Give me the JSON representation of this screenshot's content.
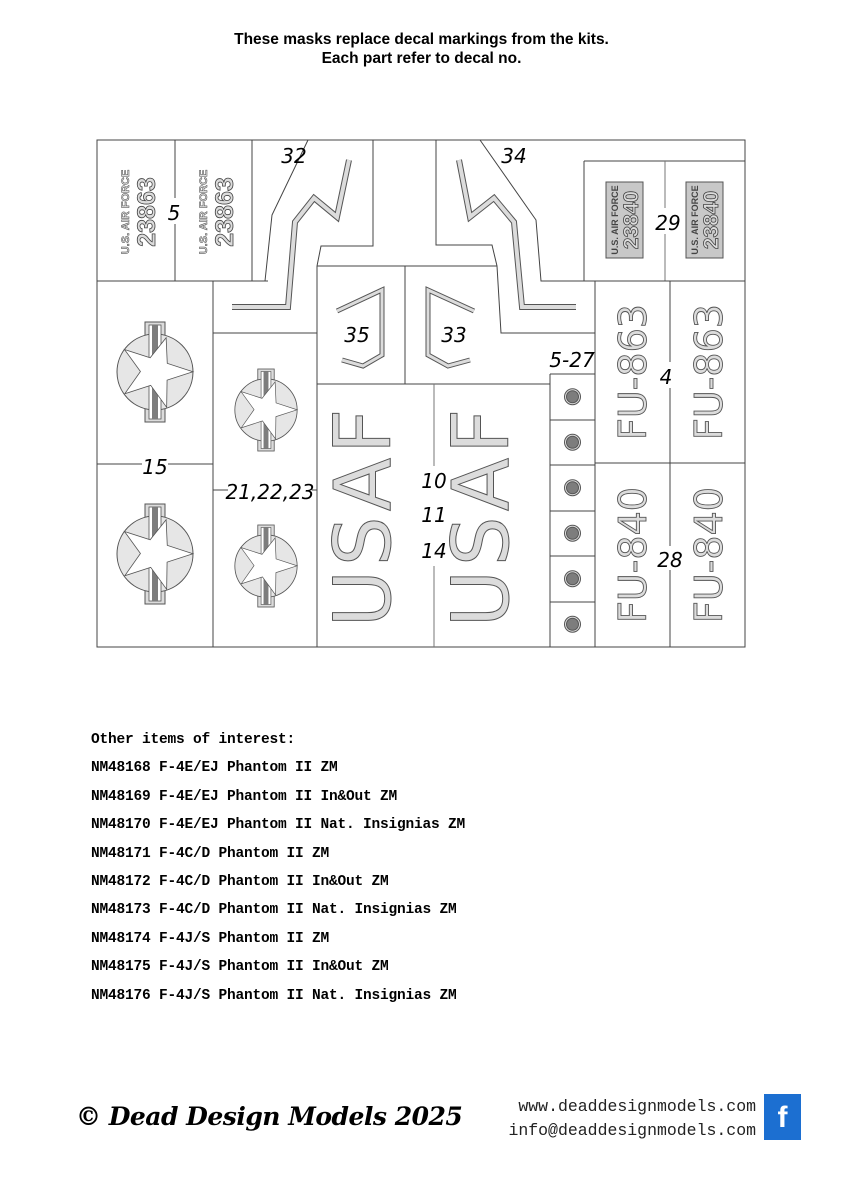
{
  "header": {
    "line1": "These masks replace decal markings from the kits.",
    "line2": "Each part refer to decal no."
  },
  "sheet": {
    "labels": {
      "serial_23863_ref": "5",
      "wing_left_ref": "32",
      "wing_right_ref": "34",
      "serial_23840_ref": "29",
      "chevron_left_ref": "35",
      "chevron_right_ref": "33",
      "dots_ref": "5-27",
      "fu863_ref": "4",
      "insignia_large_ref": "15",
      "insignia_small_ref": "21,22,23",
      "usaf_ref_1": "10",
      "usaf_ref_2": "11",
      "usaf_ref_3": "14",
      "fu840_ref": "28"
    },
    "serial_23863": {
      "line1": "U.S. AIR FORCE",
      "line2": "23863"
    },
    "serial_23840": {
      "line1": "U.S. AIR FORCE",
      "line2": "23840"
    },
    "usaf_text": "USAF",
    "fu_863": "FU-863",
    "fu_840": "FU-840",
    "dot_count": 6,
    "colors": {
      "mask_fill": "#dcdcdc",
      "dark_fill": "#7d7d7d",
      "outline": "#555555"
    }
  },
  "other_items": {
    "title": "Other items of interest:",
    "items": [
      "NM48168 F-4E/EJ Phantom II ZM",
      "NM48169 F-4E/EJ Phantom II In&Out ZM",
      "NM48170 F-4E/EJ Phantom II Nat. Insignias ZM",
      "NM48171 F-4C/D Phantom II ZM",
      "NM48172 F-4C/D Phantom II In&Out ZM",
      "NM48173 F-4C/D Phantom II Nat. Insignias ZM",
      "NM48174 F-4J/S Phantom II ZM",
      "NM48175 F-4J/S Phantom II In&Out ZM",
      "NM48176 F-4J/S Phantom II Nat. Insignias ZM"
    ]
  },
  "footer": {
    "copyright": "© Dead Design Models 2025",
    "website": "www.deaddesignmodels.com",
    "email": "info@deaddesignmodels.com",
    "facebook_glyph": "f",
    "facebook_color": "#1c6fd1"
  }
}
